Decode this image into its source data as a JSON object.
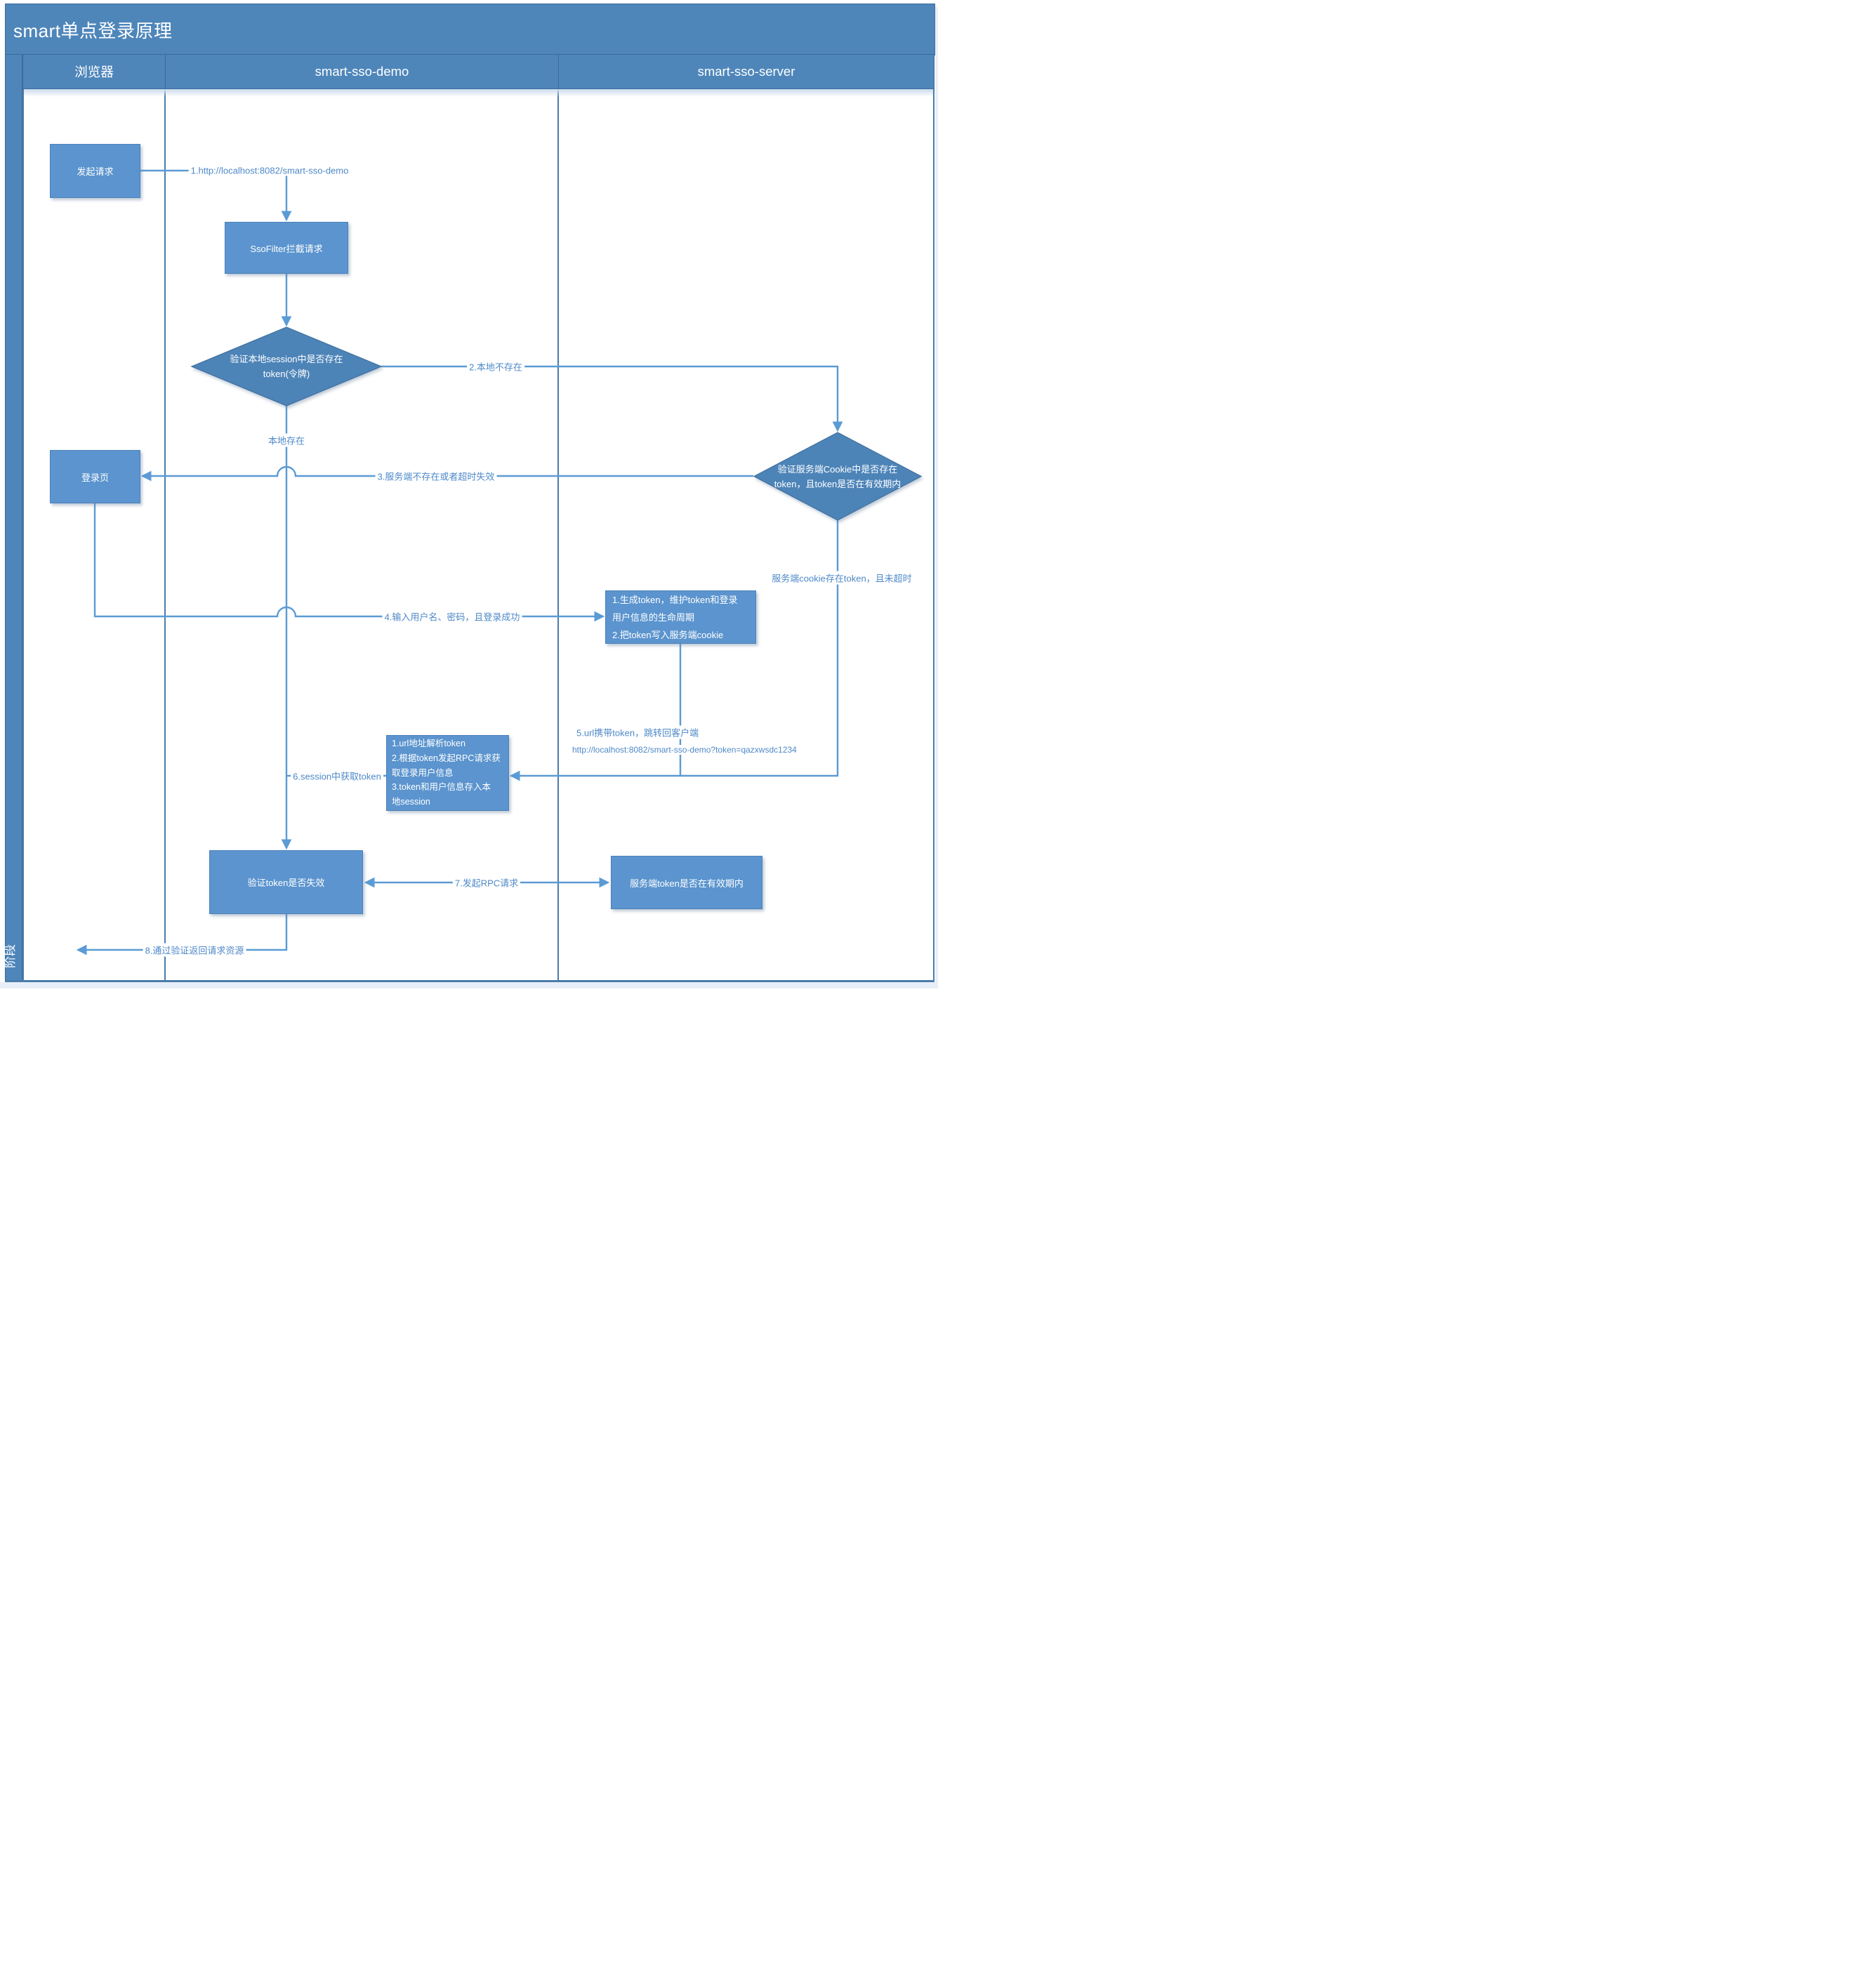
{
  "title": "smart单点登录原理",
  "stage_label": "阶段",
  "lanes": [
    {
      "label": "浏览器"
    },
    {
      "label": "smart-sso-demo"
    },
    {
      "label": "smart-sso-server"
    }
  ],
  "nodes": {
    "request": {
      "label": "发起请求"
    },
    "sso_filter": {
      "label": "SsoFilter拦截请求"
    },
    "check_local_session": {
      "lines": [
        "验证本地session中是否存在",
        "token(令牌)"
      ]
    },
    "check_server_cookie": {
      "lines": [
        "验证服务端Cookie中是否存在",
        "token，且token是否在有效期内"
      ]
    },
    "login_page": {
      "label": "登录页"
    },
    "generate_token": {
      "lines": [
        "1.生成token，维护token和登录",
        "用户信息的生命周期",
        "2.把token写入服务端cookie"
      ]
    },
    "parse_token": {
      "lines": [
        "1.url地址解析token",
        "2.根据token发起RPC请求获",
        "取登录用户信息",
        "3.token和用户信息存入本",
        "地session"
      ]
    },
    "validate_token": {
      "label": "验证token是否失效"
    },
    "server_token_valid": {
      "label": "服务端token是否在有效期内"
    }
  },
  "edges": {
    "e1": "1.http://localhost:8082/smart-sso-demo",
    "e2": "2.本地不存在",
    "local_exists": "本地存在",
    "e3": "3.服务端不存在或者超时失效",
    "e4": "4.输入用户名、密码，且登录成功",
    "cookie_valid": "服务端cookie存在token，且未超时",
    "e5_line1": "5.url携带token，跳转回客户端",
    "e5_line2": "http://localhost:8082/smart-sso-demo?token=qazxwsdc1234",
    "e6": "6.session中获取token",
    "e7": "7.发起RPC请求",
    "e8": "8.通过验证返回请求资源"
  },
  "colors": {
    "header_bar": "#4e86ba",
    "node_fill": "#5b94ce",
    "node_border": "#4c82ba",
    "diamond_fill": "#4d84b8",
    "diamond_border": "#3f6f9f",
    "connector": "#5b9bd5",
    "label_text": "#4e89c8",
    "lane_line": "#4a7cab",
    "dark_border": "#3a6b9c",
    "outside_bg": "#e9eff8"
  }
}
